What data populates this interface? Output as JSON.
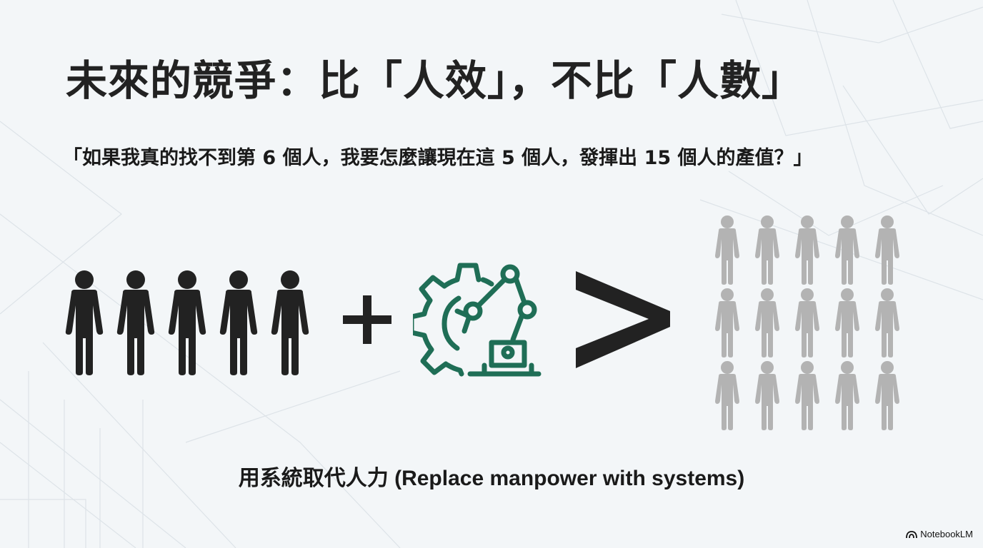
{
  "slide": {
    "title": "未來的競爭：比「人效」，不比「人數」",
    "quote": "「如果我真的找不到第 6 個人，我要怎麼讓現在這 5 個人，發揮出 15 個人的產值？」",
    "caption": "用系統取代人力 (Replace manpower with systems)",
    "brand": "NotebookLM"
  },
  "equation": {
    "left_people_count": 5,
    "operator_plus": "+",
    "tool_icon": "gear-robot-arm-icon",
    "operator_greater": ">",
    "right_people_count": 15
  },
  "colors": {
    "title": "#222222",
    "dark_person": "#222222",
    "light_person": "#b3b3b3",
    "robot_green": "#1f6e56",
    "background": "#f3f6f8"
  }
}
